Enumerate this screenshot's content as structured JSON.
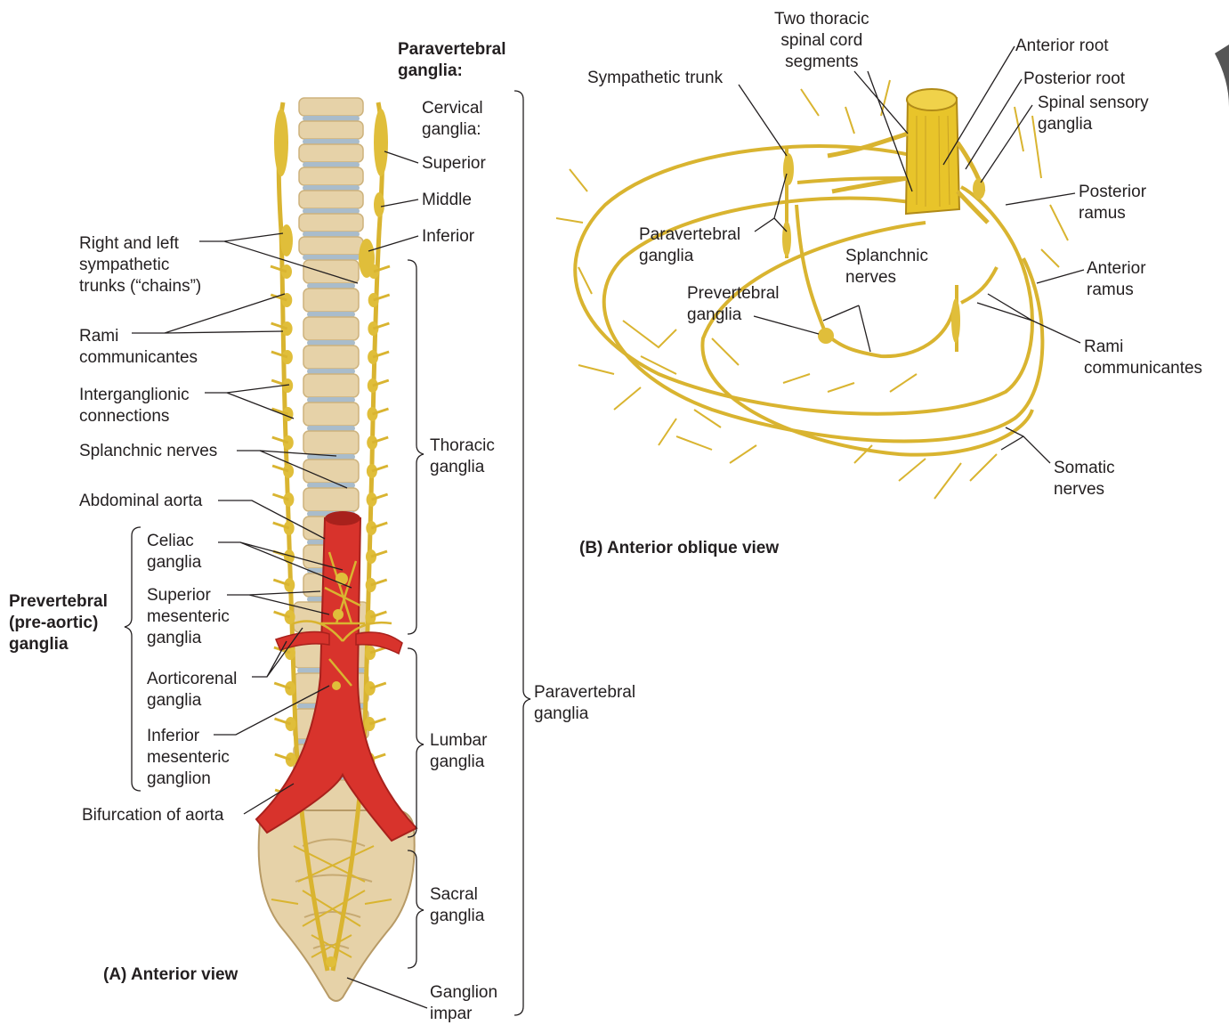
{
  "panel_a": {
    "caption": "(A) Anterior view",
    "heading": "Paravertebral\nganglia:",
    "cervical": "Cervical\nganglia:",
    "superior": "Superior",
    "middle": "Middle",
    "inferior": "Inferior",
    "thoracic": "Thoracic\nganglia",
    "lumbar": "Lumbar\nganglia",
    "sacral": "Sacral\nganglia",
    "impar": "Ganglion\nimpar",
    "paravertebral_total": "Paravertebral\nganglia",
    "trunks": "Right and left\nsympathetic\ntrunks (“chains”)",
    "rami": "Rami\ncommunicantes",
    "interganglionic": "Interganglionic\nconnections",
    "splanchnic": "Splanchnic nerves",
    "aorta": "Abdominal aorta",
    "prevertebral": "Prevertebral\n(pre-aortic)\nganglia",
    "celiac": "Celiac\nganglia",
    "sup_mesenteric": "Superior\nmesenteric\nganglia",
    "aorticorenal": "Aorticorenal\nganglia",
    "inf_mesenteric": "Inferior\nmesenteric\nganglion",
    "bifurcation": "Bifurcation of aorta"
  },
  "panel_b": {
    "caption": "(B) Anterior oblique view",
    "cord_segments": "Two thoracic\nspinal cord\nsegments",
    "sympathetic_trunk": "Sympathetic trunk",
    "anterior_root": "Anterior root",
    "posterior_root": "Posterior root",
    "sensory_ganglia": "Spinal sensory\nganglia",
    "posterior_ramus": "Posterior\nramus",
    "anterior_ramus": "Anterior\nramus",
    "paravertebral": "Paravertebral\nganglia",
    "splanchnic": "Splanchnic\nnerves",
    "prevertebral": "Prevertebral\nganglia",
    "rami": "Rami\ncommunicantes",
    "somatic": "Somatic\nnerves"
  },
  "colors": {
    "nerve": "#d9b430",
    "nerve_dark": "#b08a18",
    "bone": "#e6d2a8",
    "bone_shade": "#cdb27c",
    "disc": "#a9bccb",
    "aorta": "#d8332c",
    "aorta_dark": "#a8211c",
    "cord": "#e8c42a"
  }
}
